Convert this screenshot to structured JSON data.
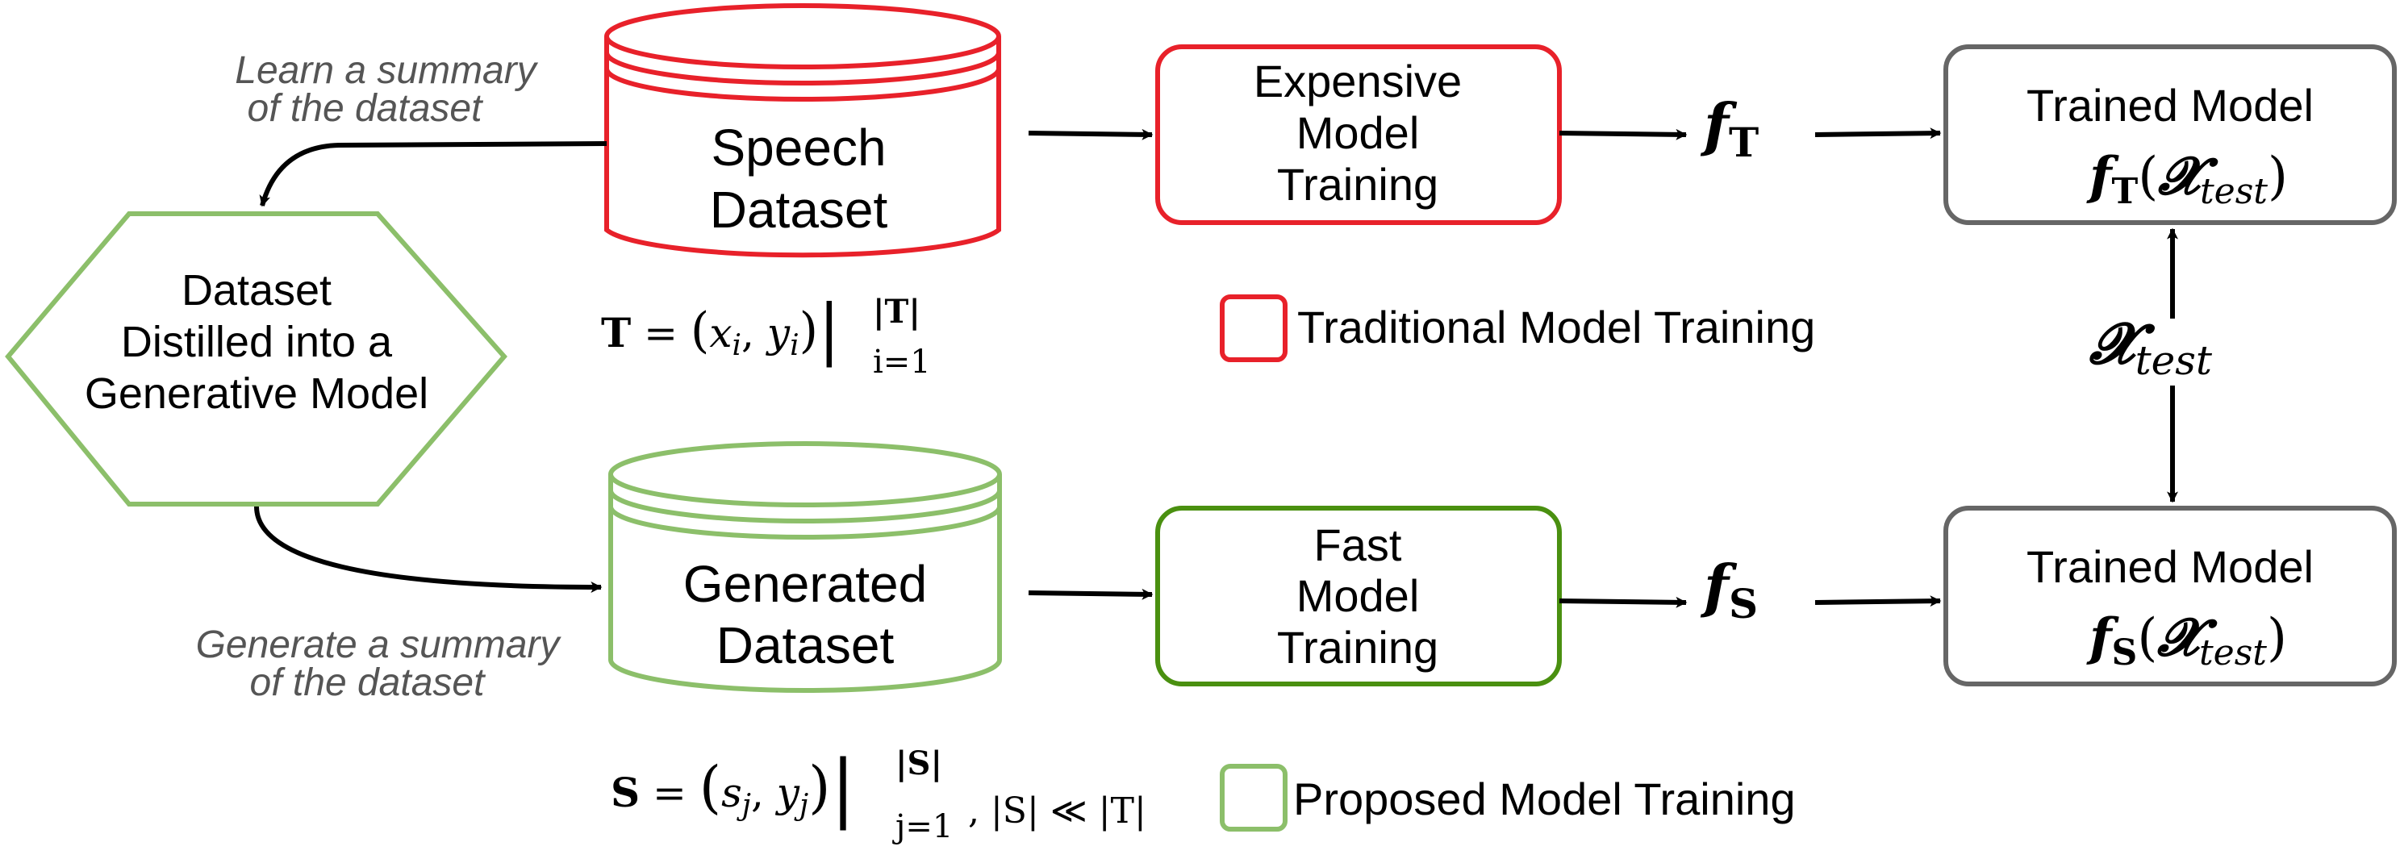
{
  "colors": {
    "traditional": "#e8212a",
    "proposed_fill_stroke": "#8cbf6a",
    "fast_training": "#4a9010",
    "trained_model": "#666666"
  },
  "nodes": {
    "speech_dataset": {
      "line1": "Speech",
      "line2": "Dataset"
    },
    "generated_dataset": {
      "line1": "Generated",
      "line2": "Dataset"
    },
    "distilled_model": {
      "line1": "Dataset",
      "line2": "Distilled into a",
      "line3": "Generative Model"
    },
    "expensive_training": {
      "line1": "Expensive",
      "line2": "Model",
      "line3": "Training"
    },
    "fast_training": {
      "line1": "Fast",
      "line2": "Model",
      "line3": "Training"
    },
    "trained_model_top": {
      "title": "Trained Model"
    },
    "trained_model_bottom": {
      "title": "Trained Model"
    }
  },
  "captions": {
    "learn": {
      "line1": "Learn a summary",
      "line2": "of the dataset"
    },
    "generate": {
      "line1": "Generate a summary",
      "line2": "of the dataset"
    }
  },
  "legend": {
    "traditional": "Traditional Model Training",
    "proposed": "Proposed Model Training"
  },
  "math": {
    "f": "f",
    "T": "T",
    "S": "S",
    "X": "𝓧",
    "test": "test",
    "lparen": "(",
    "rparen": ")",
    "T_def": {
      "lhs": "T",
      "eq": " = ",
      "lp": "(",
      "x": "x",
      "xi": "i",
      "comma": ", ",
      "y": "y",
      "yi": "i",
      "rp": ")",
      "bar": "|",
      "sup": "|T|",
      "sub": "i=1"
    },
    "S_def": {
      "lhs": "S",
      "eq": " = ",
      "lp": "(",
      "s": "s",
      "sj": "j",
      "comma": ", ",
      "y": "y",
      "yj": "j",
      "rp": ")",
      "bar": "|",
      "sup": "|S|",
      "sub": "j=1",
      "tail": ", |S| ≪ |T|"
    }
  }
}
